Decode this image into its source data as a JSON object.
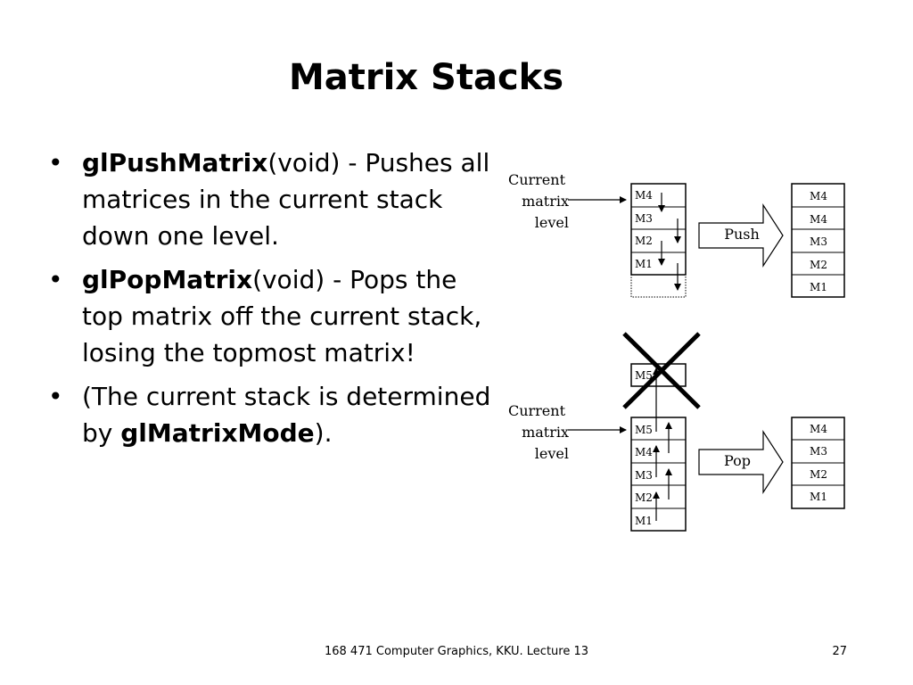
{
  "slide": {
    "title": "Matrix Stacks",
    "bullets": [
      {
        "bold": "glPushMatrix",
        "text": "(void) - Pushes all matrices in the current stack down one level."
      },
      {
        "bold": "glPopMatrix",
        "text": "(void) - Pops the top matrix off the current stack, losing the topmost matrix!"
      },
      {
        "pre": "(The current stack is determined by ",
        "bold": "glMatrixMode",
        "post": ")."
      }
    ]
  },
  "diagram": {
    "push": {
      "label_lines": [
        "Current",
        "matrix",
        "level"
      ],
      "before": [
        "M4",
        "M3",
        "M2",
        "M1"
      ],
      "arrow_label": "Push",
      "after": [
        "M4",
        "M4",
        "M3",
        "M2",
        "M1"
      ]
    },
    "pop": {
      "label_lines": [
        "Current",
        "matrix",
        "level"
      ],
      "discarded": "M5",
      "before": [
        "M5",
        "M4",
        "M3",
        "M2",
        "M1"
      ],
      "arrow_label": "Pop",
      "after": [
        "M4",
        "M3",
        "M2",
        "M1"
      ]
    }
  },
  "footer": {
    "course": "168 471 Computer Graphics, KKU. Lecture 13",
    "page": "27"
  }
}
